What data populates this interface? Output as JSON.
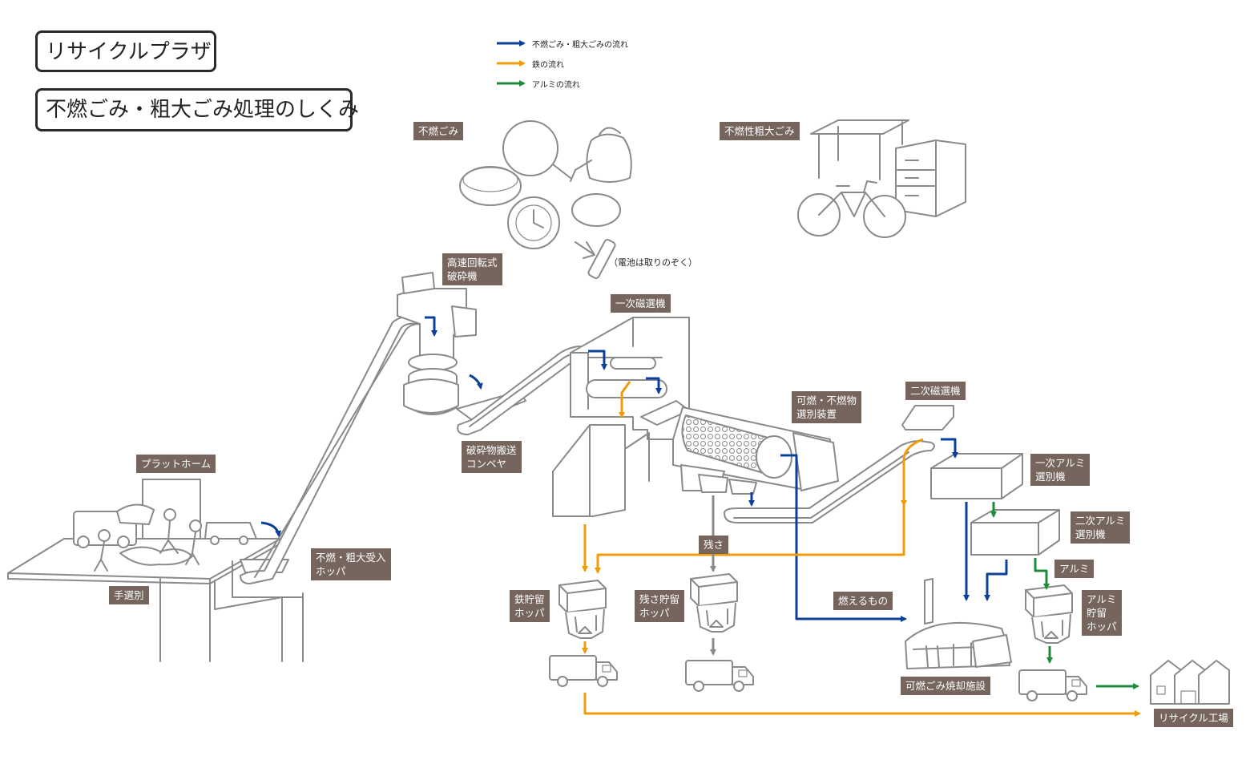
{
  "header": {
    "facility_title": "リサイクルプラザ",
    "process_title": "不燃ごみ・粗大ごみ処理のしくみ"
  },
  "legend": [
    {
      "label": "不燃ごみ・粗大ごみの流れ",
      "color": "#0b4096"
    },
    {
      "label": "鉄の流れ",
      "color": "#f09b0a"
    },
    {
      "label": "アルミの流れ",
      "color": "#1f8a3a"
    }
  ],
  "labels": {
    "funen_gomi": "不燃ごみ",
    "funensei_sodai": "不燃性粗大ごみ",
    "battery_note": "（電池は取りのぞく）",
    "kousoku_line1": "高速回転式",
    "kousoku_line2": "破砕機",
    "ichiji_jisen": "一次磁選機",
    "kanen_line1": "可燃・不燃物",
    "kanen_line2": "選別装置",
    "niji_jisen": "二次磁選機",
    "hasai_line1": "破砕物搬送",
    "hasai_line2": "コンベヤ",
    "platform": "プラットホーム",
    "ukeire_line1": "不燃・粗大受入",
    "ukeire_line2": "ホッパ",
    "tesenbetsu": "手選別",
    "ichiji_alumi_line1": "一次アルミ",
    "ichiji_alumi_line2": "選別機",
    "niji_alumi_line1": "二次アルミ",
    "niji_alumi_line2": "選別機",
    "zansa": "残さ",
    "alumi": "アルミ",
    "moeru_mono": "燃えるもの",
    "tetsu_line1": "鉄貯留",
    "tetsu_line2": "ホッパ",
    "zansa_hopper_line1": "残さ貯留",
    "zansa_hopper_line2": "ホッパ",
    "alumi_hopper_line1": "アルミ",
    "alumi_hopper_line2": "貯留",
    "alumi_hopper_line3": "ホッパ",
    "incinerator": "可燃ごみ焼却施設",
    "recycle_factory": "リサイクル工場"
  }
}
